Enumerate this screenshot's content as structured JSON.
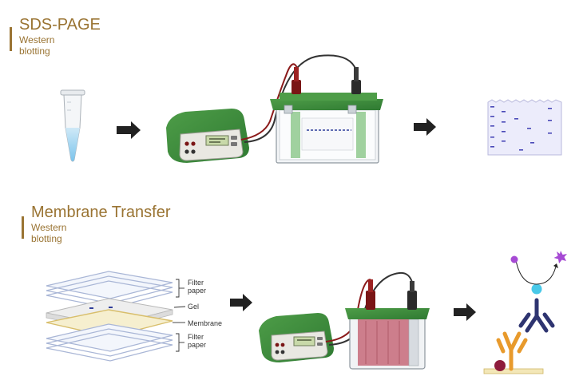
{
  "sections": [
    {
      "title": "SDS-PAGE",
      "subtitle": "Western blotting"
    },
    {
      "title": "Membrane Transfer",
      "subtitle": "Western blotting"
    }
  ],
  "stack_labels": {
    "filter_top": [
      "Filter",
      "paper"
    ],
    "gel": "Gel",
    "membrane": "Membrane",
    "filter_bottom": [
      "Filter",
      "paper"
    ]
  },
  "colors": {
    "accent": "#9a7433",
    "device_green": "#3d8a3d",
    "lead_red": "#8b1a1a",
    "membrane_purple": "#ececfb",
    "band_blue": "#4a49b8"
  },
  "icons": [
    "tube-icon",
    "power-supply-icon",
    "electrophoresis-tank-icon",
    "gel-icon",
    "arrow-icon",
    "transfer-stack-icon",
    "transfer-tank-icon",
    "antibody-detection-icon"
  ]
}
